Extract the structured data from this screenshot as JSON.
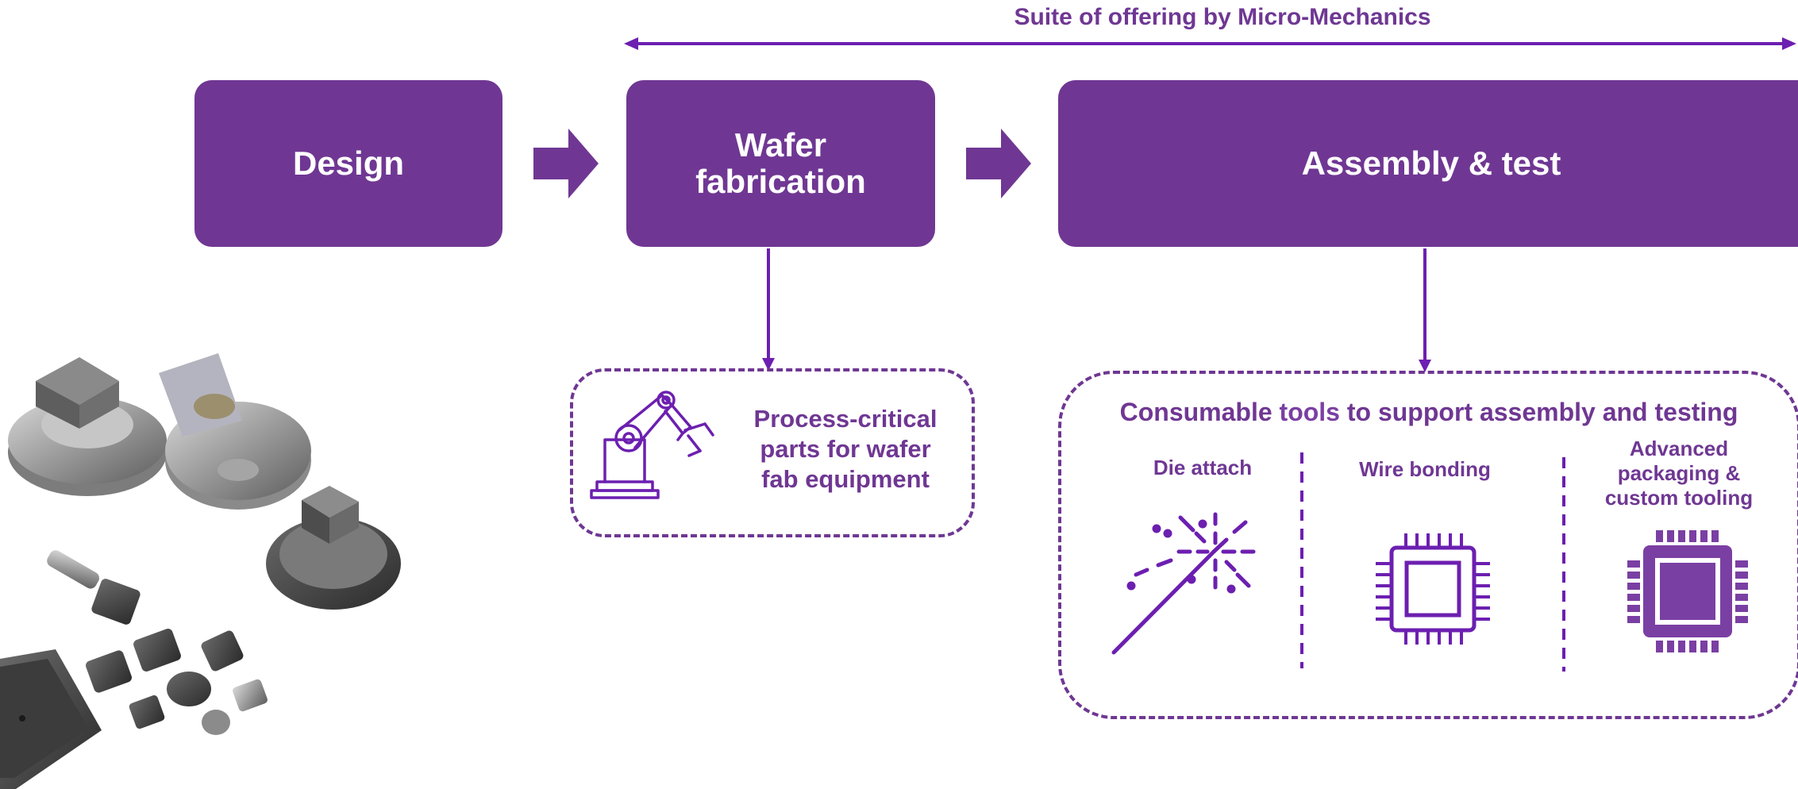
{
  "suite_label": "Suite of offering by Micro-Mechanics",
  "stages": {
    "design": "Design",
    "wafer_line1": "Wafer",
    "wafer_line2": "fabrication",
    "assembly": "Assembly & test"
  },
  "wafer_box": {
    "line1": "Process-critical",
    "line2": "parts for wafer",
    "line3": "fab equipment"
  },
  "assembly_box": {
    "title_part1": "Consumable ",
    "title_part2": "tools",
    "title_part3": " to support assembly and testing",
    "columns": {
      "die_attach": "Die attach",
      "wire_bonding": "Wire bonding",
      "advanced_line1": "Advanced",
      "advanced_line2": "packaging &",
      "advanced_line3": "custom tooling"
    }
  },
  "colors": {
    "brand_purple": "#6f3793",
    "outline_purple": "#6c1fb0"
  },
  "icons": [
    "robot-arm-icon",
    "sparkler-icon",
    "chip-outline-icon",
    "chip-filled-icon",
    "arrow-right-icon"
  ]
}
